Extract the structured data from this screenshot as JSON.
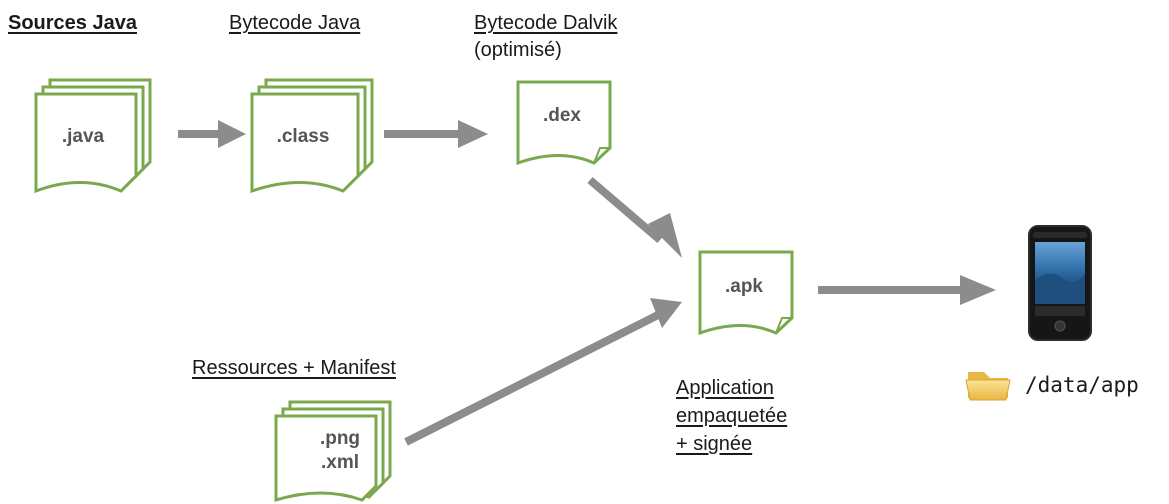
{
  "stages": {
    "sources_java": {
      "title": "Sources Java",
      "file": ".java"
    },
    "bytecode_java": {
      "title": "Bytecode Java",
      "file": ".class"
    },
    "bytecode_dalvik": {
      "title": "Bytecode Dalvik",
      "subtitle": "(optimisé)",
      "file": ".dex"
    },
    "resources": {
      "title": "Ressources + Manifest",
      "file_line1": ".png",
      "file_line2": ".xml"
    },
    "application": {
      "file": ".apk",
      "line1": "Application",
      "line2": "empaquetée",
      "line3": "+ signée"
    },
    "device": {
      "path": "/data/app"
    }
  },
  "colors": {
    "file_border": "#7aa84e",
    "file_fill": "#ffffff",
    "arrow": "#8c8c8c",
    "folder": "#f0c75a"
  },
  "icons": [
    "document-stack-icon",
    "document-icon",
    "arrow-right-icon",
    "phone-icon",
    "folder-icon"
  ]
}
